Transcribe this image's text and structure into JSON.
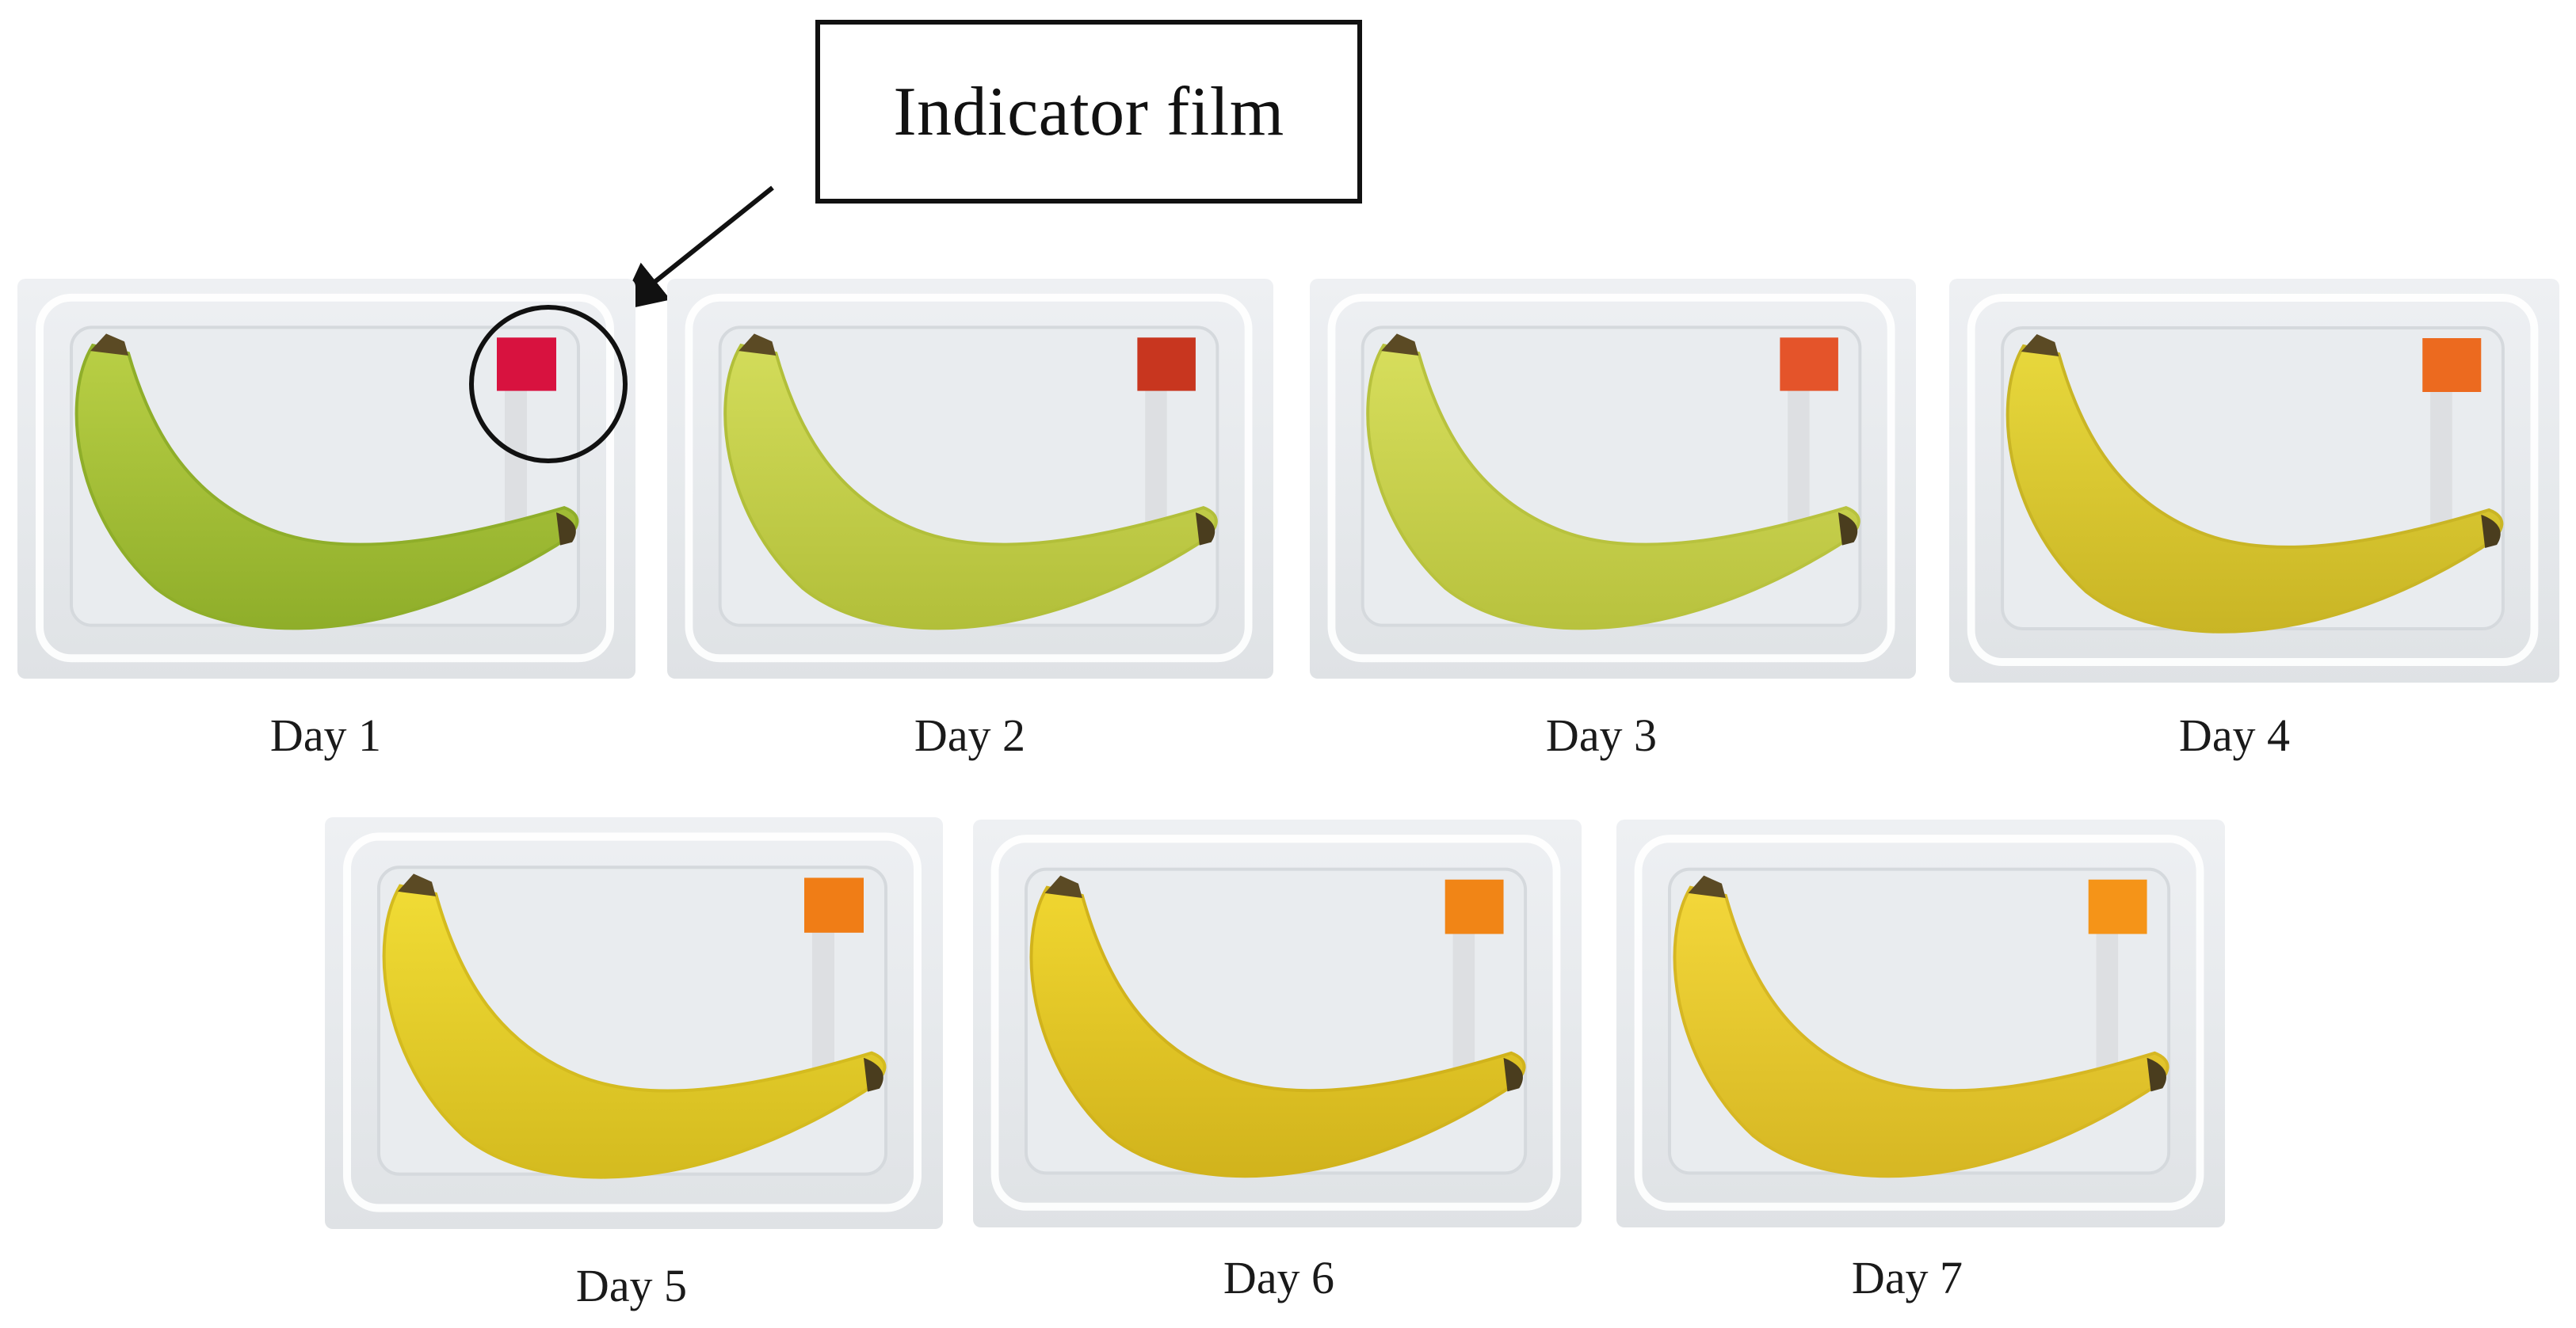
{
  "callout": {
    "label": "Indicator film"
  },
  "panels": [
    {
      "label": "Day 1",
      "banana_color": "#b9cf45",
      "banana_shade": "#8fae2a",
      "film_color": "#d8123f"
    },
    {
      "label": "Day 2",
      "banana_color": "#d3dc5a",
      "banana_shade": "#b2bf3a",
      "film_color": "#c8361f"
    },
    {
      "label": "Day 3",
      "banana_color": "#d7de5c",
      "banana_shade": "#b8c23e",
      "film_color": "#e4542a"
    },
    {
      "label": "Day 4",
      "banana_color": "#e8d83c",
      "banana_shade": "#c9b525",
      "film_color": "#ec6a1f"
    },
    {
      "label": "Day 5",
      "banana_color": "#f1dc35",
      "banana_shade": "#d4bb1f",
      "film_color": "#f07d16"
    },
    {
      "label": "Day 6",
      "banana_color": "#f0d630",
      "banana_shade": "#d1b31c",
      "film_color": "#f18516"
    },
    {
      "label": "Day 7",
      "banana_color": "#f3d73a",
      "banana_shade": "#d6b723",
      "film_color": "#f59418"
    }
  ]
}
